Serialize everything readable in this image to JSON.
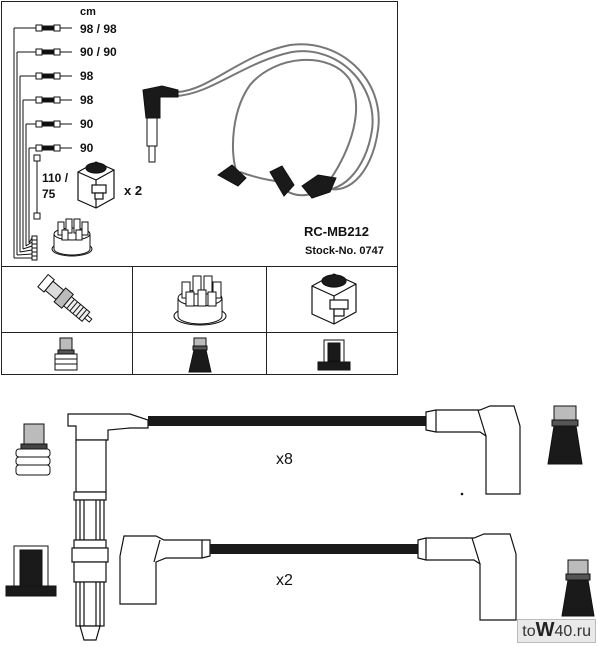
{
  "unit": "cm",
  "leads": [
    {
      "length": "98 / 98"
    },
    {
      "length": "90 / 90"
    },
    {
      "length": "98"
    },
    {
      "length": "98"
    },
    {
      "length": "90"
    },
    {
      "length": "90"
    }
  ],
  "coil_lead": {
    "length_top": "110 /",
    "length_bottom": "75"
  },
  "coil_multiplier": "x 2",
  "product": {
    "code": "RC-MB212",
    "stock_label": "Stock-No. 0747"
  },
  "detail": {
    "multiplier_top": "x8",
    "multiplier_bottom": "x2"
  },
  "watermark": {
    "prefix": "to",
    "highlight": "W",
    "suffix": "40.ru"
  },
  "colors": {
    "line": "#111111",
    "cable": "#777777",
    "fill_dark": "#1a1a1a",
    "grey_fill": "#bdbdbd"
  }
}
